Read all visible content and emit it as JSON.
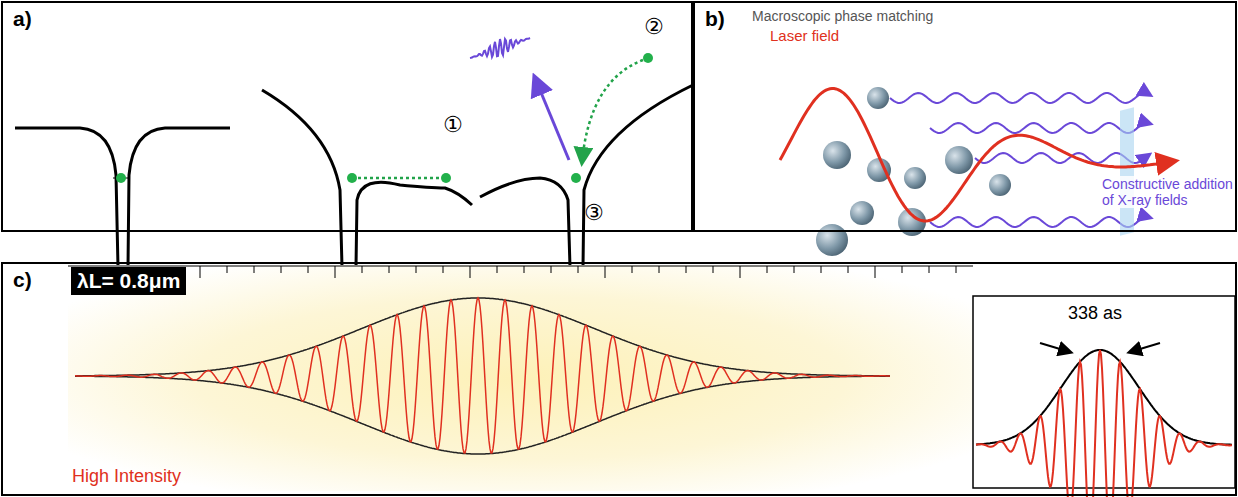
{
  "diagram": {
    "nodes": [
      {
        "text": [
          "a)"
        ]
      },
      {
        "text": [
          "b)"
        ]
      },
      {
        "text": [
          "c)"
        ]
      },
      {
        "text": [
          "λL= 0.8μm"
        ],
        "in": 2
      }
    ],
    "labels": [
      "①",
      "②",
      "③",
      "Macroscopic phase matching",
      "Laser field",
      "Constructive addition of X-ray fields",
      "High Intensity",
      "338 as"
    ]
  }
}
